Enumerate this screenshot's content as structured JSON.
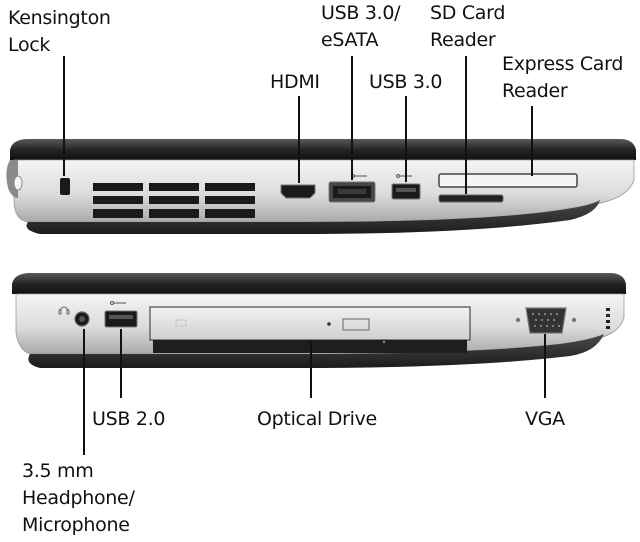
{
  "labels": {
    "kensington_lock": [
      "Kensington",
      "Lock"
    ],
    "hdmi": [
      "HDMI"
    ],
    "usb3_esata": [
      "USB 3.0/",
      "eSATA"
    ],
    "usb3": [
      "USB 3.0"
    ],
    "sd_card_reader": [
      "SD Card",
      "Reader"
    ],
    "express_card_reader": [
      "Express Card",
      "Reader"
    ],
    "usb2": [
      "USB 2.0"
    ],
    "optical_drive": [
      "Optical Drive"
    ],
    "vga": [
      "VGA"
    ],
    "headphone_mic": [
      "3.5 mm",
      "Headphone/",
      "Microphone"
    ]
  },
  "colors": {
    "background": "#ffffff",
    "chassis_dark": "#2b2b2b",
    "chassis_silver": "#d6d6d6",
    "port_black": "#1a1a1a",
    "leader_line": "#111111",
    "text": "#111111"
  },
  "icons": [
    "kensington-lock-icon",
    "usb-trident-icon",
    "headphone-icon",
    "vga-port-icon"
  ]
}
